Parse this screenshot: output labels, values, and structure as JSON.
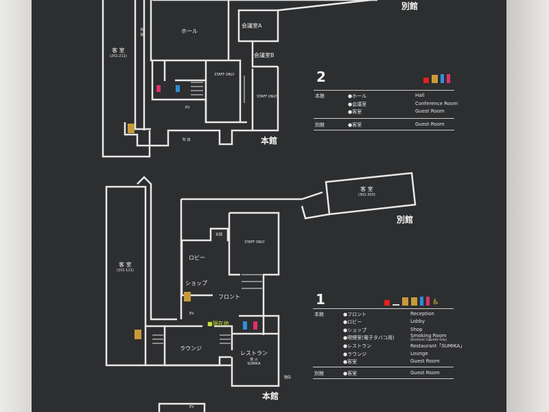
{
  "floor2": {
    "number": "2",
    "rooms": {
      "guest": "客 室",
      "guest_range": "(201-211)",
      "hall": "ホール",
      "conf_a": "会議室A",
      "conf_b": "会議室B",
      "staff1": "STAFF ONLY",
      "staff2": "STAFF ONLY",
      "ev": "EV",
      "void": "吹 抜",
      "void_v": "吹抜"
    },
    "buildings": {
      "main": "本館",
      "annex": "別館"
    },
    "legend": {
      "icons": [
        "fire-extinguisher",
        "vending-machine",
        "mens-restroom",
        "womens-restroom"
      ],
      "rows": [
        {
          "building": "本館",
          "jp": "●ホール",
          "en": "Hall"
        },
        {
          "building": "",
          "jp": "●会議室",
          "en": "Conference Room"
        },
        {
          "building": "",
          "jp": "●客室",
          "en": "Guest Room"
        },
        {
          "building": "別館",
          "jp": "●客室",
          "en": "Guest Room"
        }
      ]
    }
  },
  "floor1": {
    "number": "1",
    "rooms": {
      "guest": "客 室",
      "guest_range": "(101-111)",
      "annex_guest": "客 室",
      "annex_range": "(301-303)",
      "entrance": "玄関",
      "lobby": "ロビー",
      "shop": "ショップ",
      "front": "フロント",
      "staff": "STAFF ONLY",
      "ev": "EV",
      "lounge": "ラウンジ",
      "restaurant": "レストラン",
      "restaurant_jp": "炭 火",
      "restaurant_en": "SUMIKA",
      "exit": "階段",
      "you_are_here": "現在地"
    },
    "buildings": {
      "main": "本館",
      "annex": "別館"
    },
    "legend": {
      "icons": [
        "fire-extinguisher",
        "smoking-room",
        "vending-machine",
        "vending-machine",
        "mens-restroom",
        "womens-restroom",
        "accessible"
      ],
      "rows": [
        {
          "building": "本館",
          "jp": "●フロント",
          "en": "Reception"
        },
        {
          "building": "",
          "jp": "●ロビー",
          "en": "Lobby"
        },
        {
          "building": "",
          "jp": "●ショップ",
          "en": "Shop"
        },
        {
          "building": "",
          "jp": "●喫煙室(電子タバコ用)",
          "en": "Smoking Room",
          "en2": "(Electronic Cigarette Only)"
        },
        {
          "building": "",
          "jp": "●レストラン",
          "en": "Restaurant「SUMIKA」"
        },
        {
          "building": "",
          "jp": "●ラウンジ",
          "en": "Lounge"
        },
        {
          "building": "",
          "jp": "●客室",
          "en": "Guest Room"
        },
        {
          "building": "別館",
          "jp": "●客室",
          "en": "Guest Room"
        }
      ]
    }
  },
  "floor0": {
    "ev": "EV"
  },
  "colors": {
    "panel": "#2d2e30",
    "line": "#e8e8e8",
    "mens": "#2f8fd8",
    "womens": "#e0306a",
    "vending": "#c89a3a",
    "here": "#c6e03a",
    "alarm": "#e02020"
  }
}
